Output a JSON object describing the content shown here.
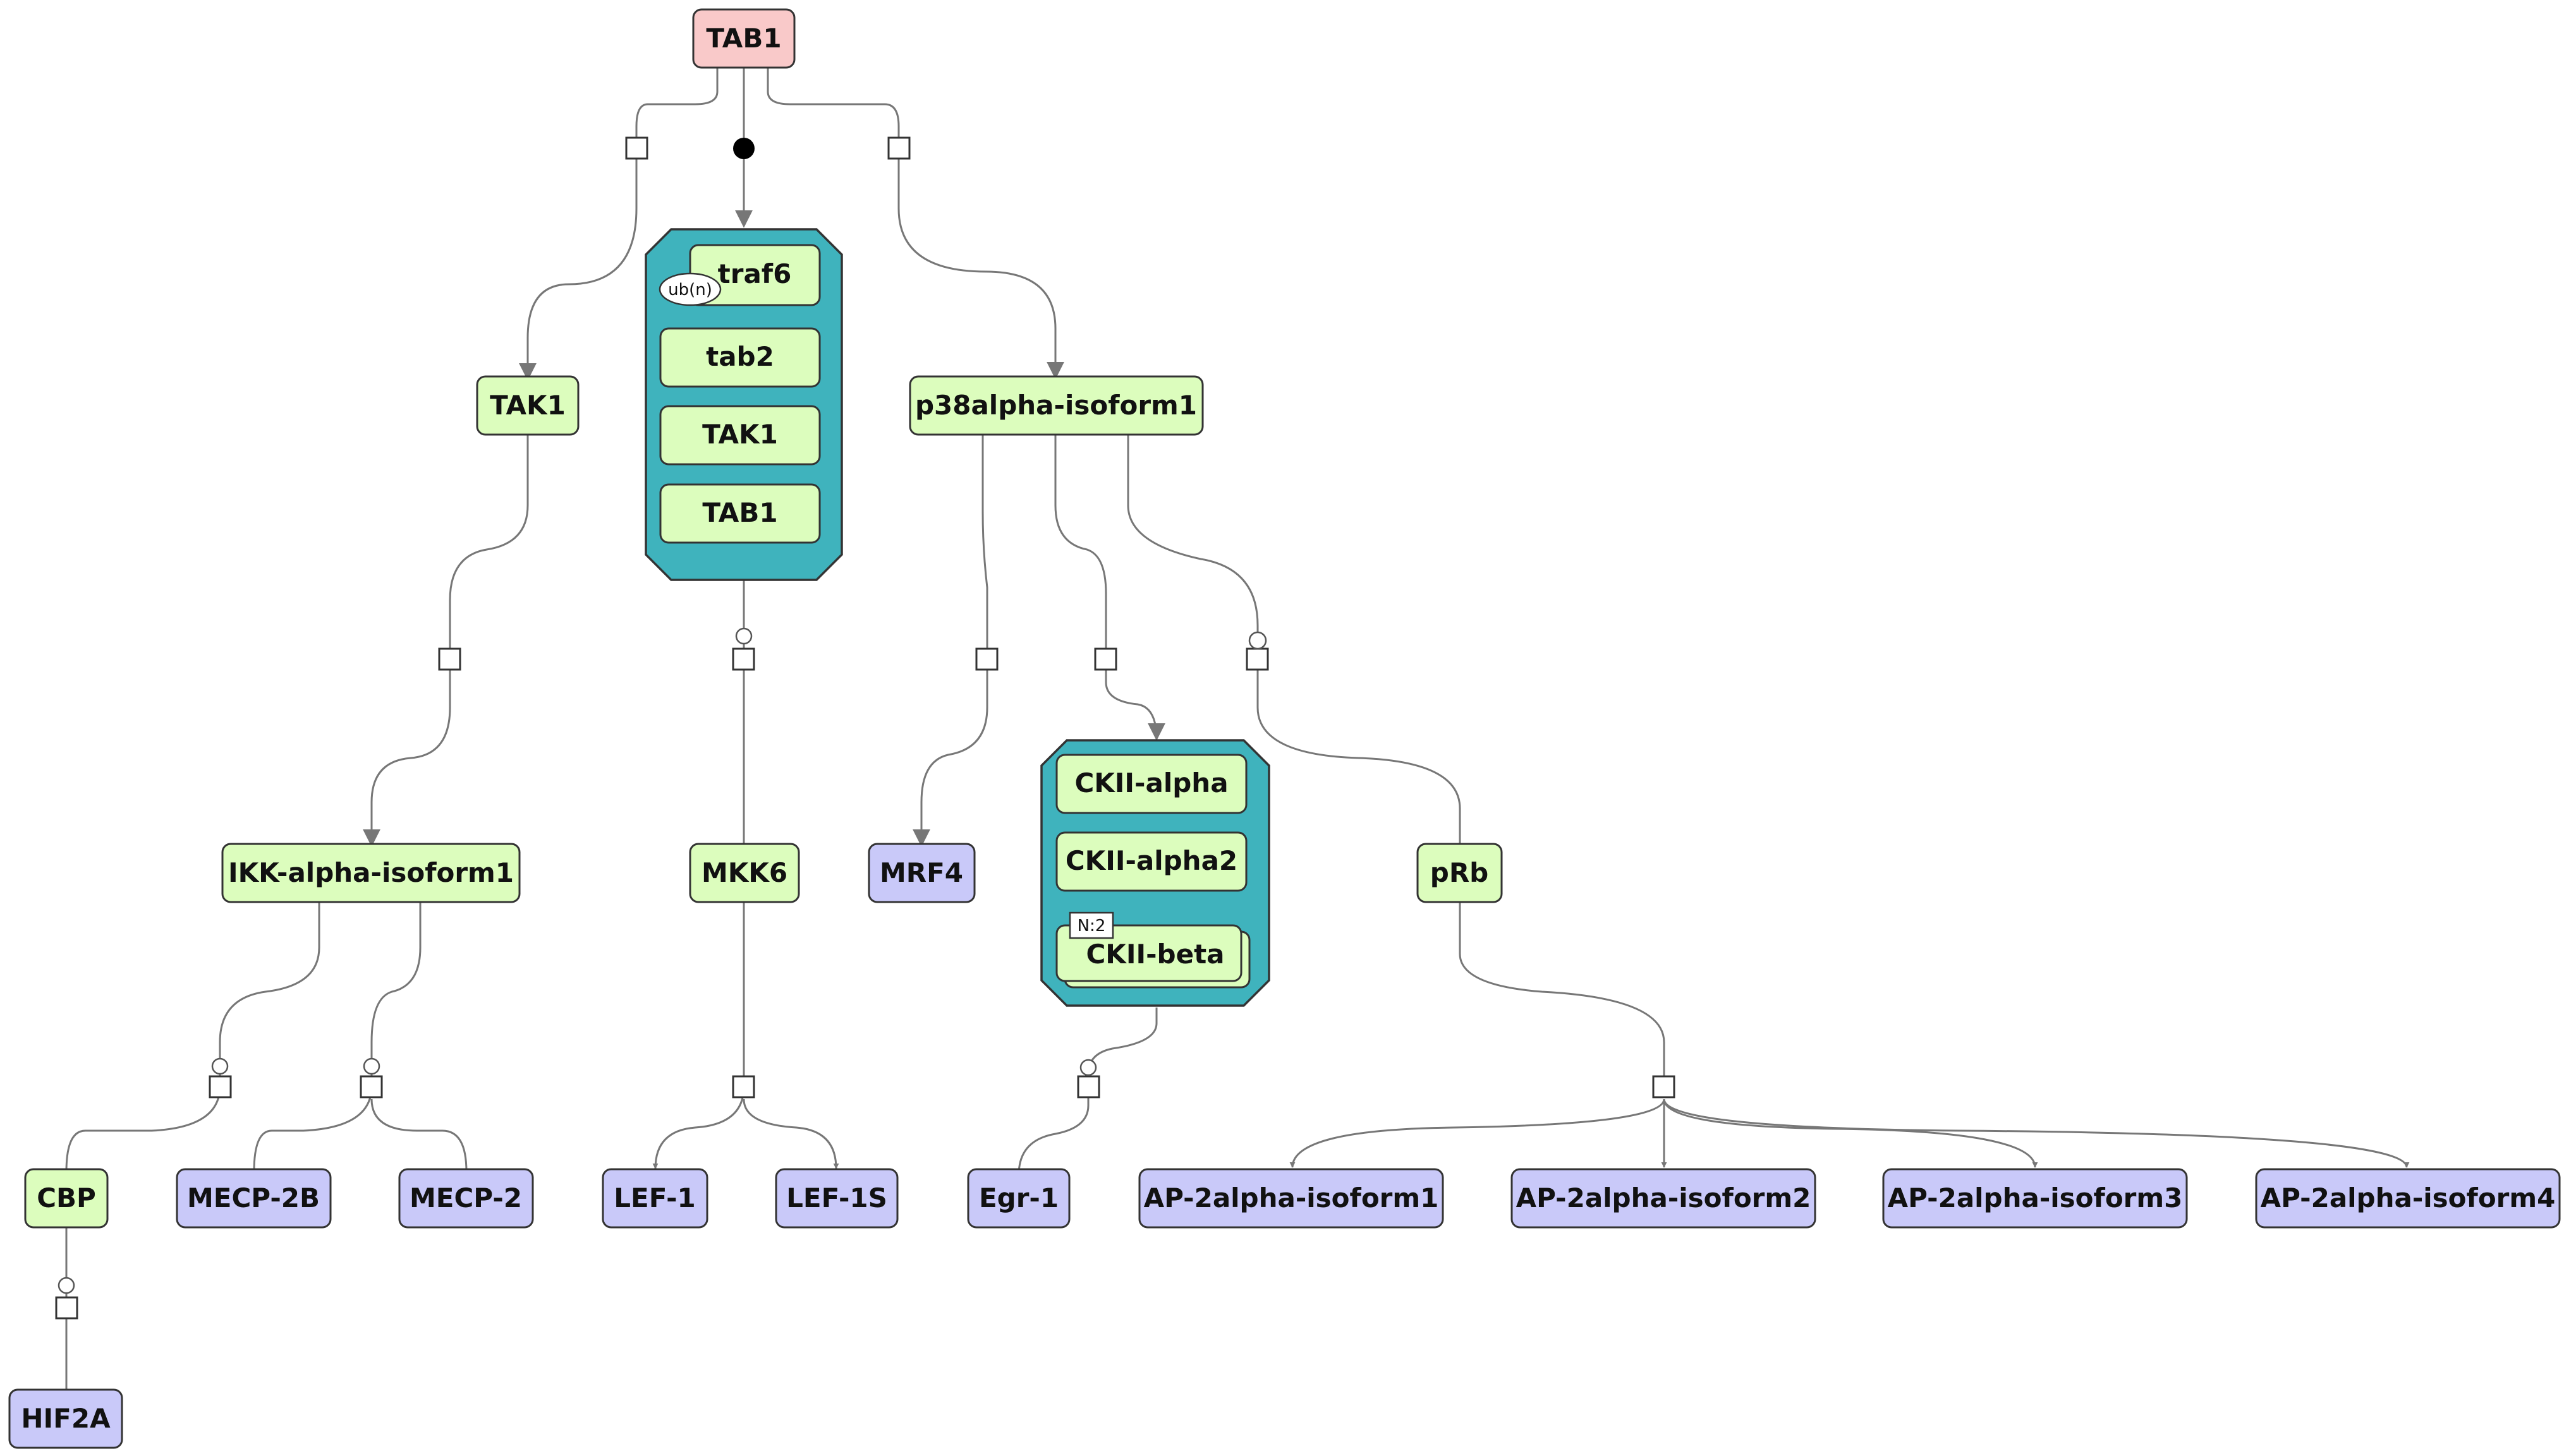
{
  "colors": {
    "source": "#f9c9c9",
    "protein": "#dcfdbd",
    "target": "#c9c9f9",
    "complex": "#3fb3bd",
    "edge": "#777777"
  },
  "nodes": {
    "tab1": "TAB1",
    "tak1": "TAK1",
    "p38": "p38alpha-isoform1",
    "ikk": "IKK-alpha-isoform1",
    "mkk6": "MKK6",
    "mrf4": "MRF4",
    "prb": "pRb",
    "cbp": "CBP",
    "mecp2b": "MECP-2B",
    "mecp2": "MECP-2",
    "lef1": "LEF-1",
    "lef1s": "LEF-1S",
    "egr1": "Egr-1",
    "ap2_1": "AP-2alpha-isoform1",
    "ap2_2": "AP-2alpha-isoform2",
    "ap2_3": "AP-2alpha-isoform3",
    "ap2_4": "AP-2alpha-isoform4",
    "hif2a": "HIF2A"
  },
  "complex1": {
    "members": [
      "traf6",
      "tab2",
      "TAK1",
      "TAB1"
    ],
    "modification": "ub(n)"
  },
  "complex2": {
    "members": [
      "CKII-alpha",
      "CKII-alpha2",
      "CKII-beta"
    ],
    "multimer_label": "N:2"
  }
}
